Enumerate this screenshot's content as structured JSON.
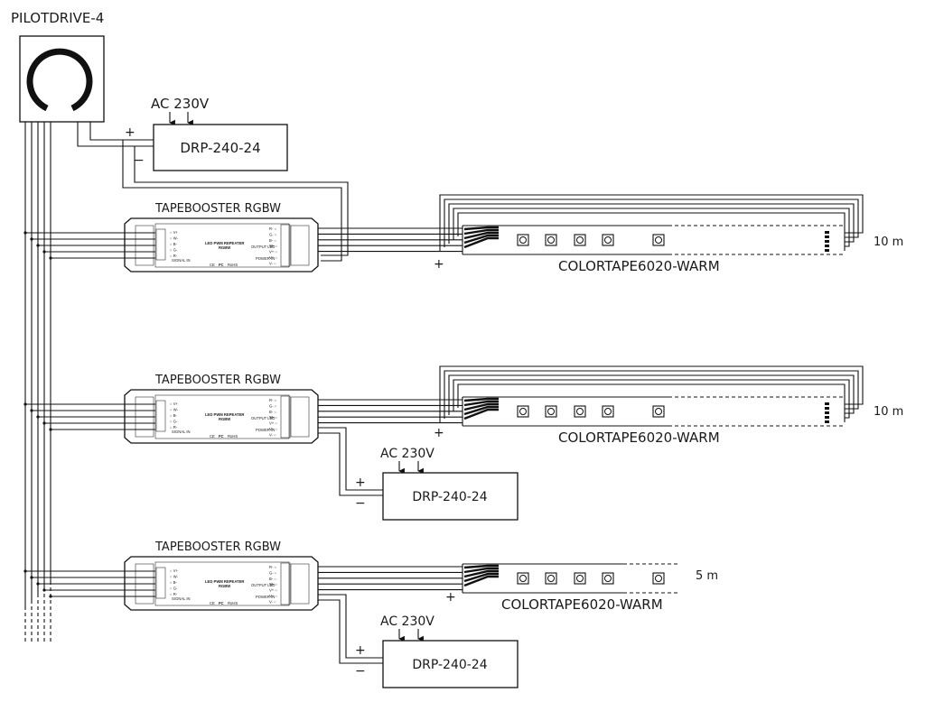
{
  "controller": {
    "name": "PILOTDRIVE-4"
  },
  "power_top": {
    "input": "AC 230V",
    "model": "DRP-240-24",
    "plus": "+",
    "minus": "−"
  },
  "boosters": [
    {
      "title": "TAPEBOOSTER RGBW",
      "device_label": "LED PWM REPEATER",
      "device_sub": "RGBW",
      "signal_in": "SIGNAL IN",
      "output_led": "OUTPUT LED",
      "power_in": "POWER IN",
      "ce": "CE",
      "fc": "FC",
      "rohs": "RoHS",
      "in_pins": [
        "V+",
        "W-",
        "B-",
        "G-",
        "R-"
      ],
      "out_pins": [
        "R-",
        "G-",
        "B-",
        "W-",
        "V+",
        "V+",
        "V-"
      ]
    },
    {
      "title": "TAPEBOOSTER RGBW",
      "device_label": "LED PWM REPEATER",
      "device_sub": "RGBW",
      "signal_in": "SIGNAL IN",
      "output_led": "OUTPUT LED",
      "power_in": "POWER IN",
      "ce": "CE",
      "fc": "FC",
      "rohs": "RoHS",
      "in_pins": [
        "V+",
        "W-",
        "B-",
        "G-",
        "R-"
      ],
      "out_pins": [
        "R-",
        "G-",
        "B-",
        "W-",
        "V+",
        "V+",
        "V-"
      ]
    },
    {
      "title": "TAPEBOOSTER RGBW",
      "device_label": "LED PWM REPEATER",
      "device_sub": "RGBW",
      "signal_in": "SIGNAL IN",
      "output_led": "OUTPUT LED",
      "power_in": "POWER IN",
      "ce": "CE",
      "fc": "FC",
      "rohs": "RoHS",
      "in_pins": [
        "V+",
        "W-",
        "B-",
        "G-",
        "R-"
      ],
      "out_pins": [
        "R-",
        "G-",
        "B-",
        "W-",
        "V+",
        "V+",
        "V-"
      ]
    }
  ],
  "tapes": [
    {
      "model": "COLORTAPE6020-WARM",
      "length": "10 m",
      "plus": "+"
    },
    {
      "model": "COLORTAPE6020-WARM",
      "length": "10 m",
      "plus": "+"
    },
    {
      "model": "COLORTAPE6020-WARM",
      "length": "5 m",
      "plus": "+"
    }
  ],
  "power_lower": [
    {
      "input": "AC 230V",
      "model": "DRP-240-24",
      "plus": "+",
      "minus": "−"
    },
    {
      "input": "AC 230V",
      "model": "DRP-240-24",
      "plus": "+",
      "minus": "−"
    }
  ],
  "colors": {
    "line": "#111111",
    "background": "#ffffff"
  }
}
